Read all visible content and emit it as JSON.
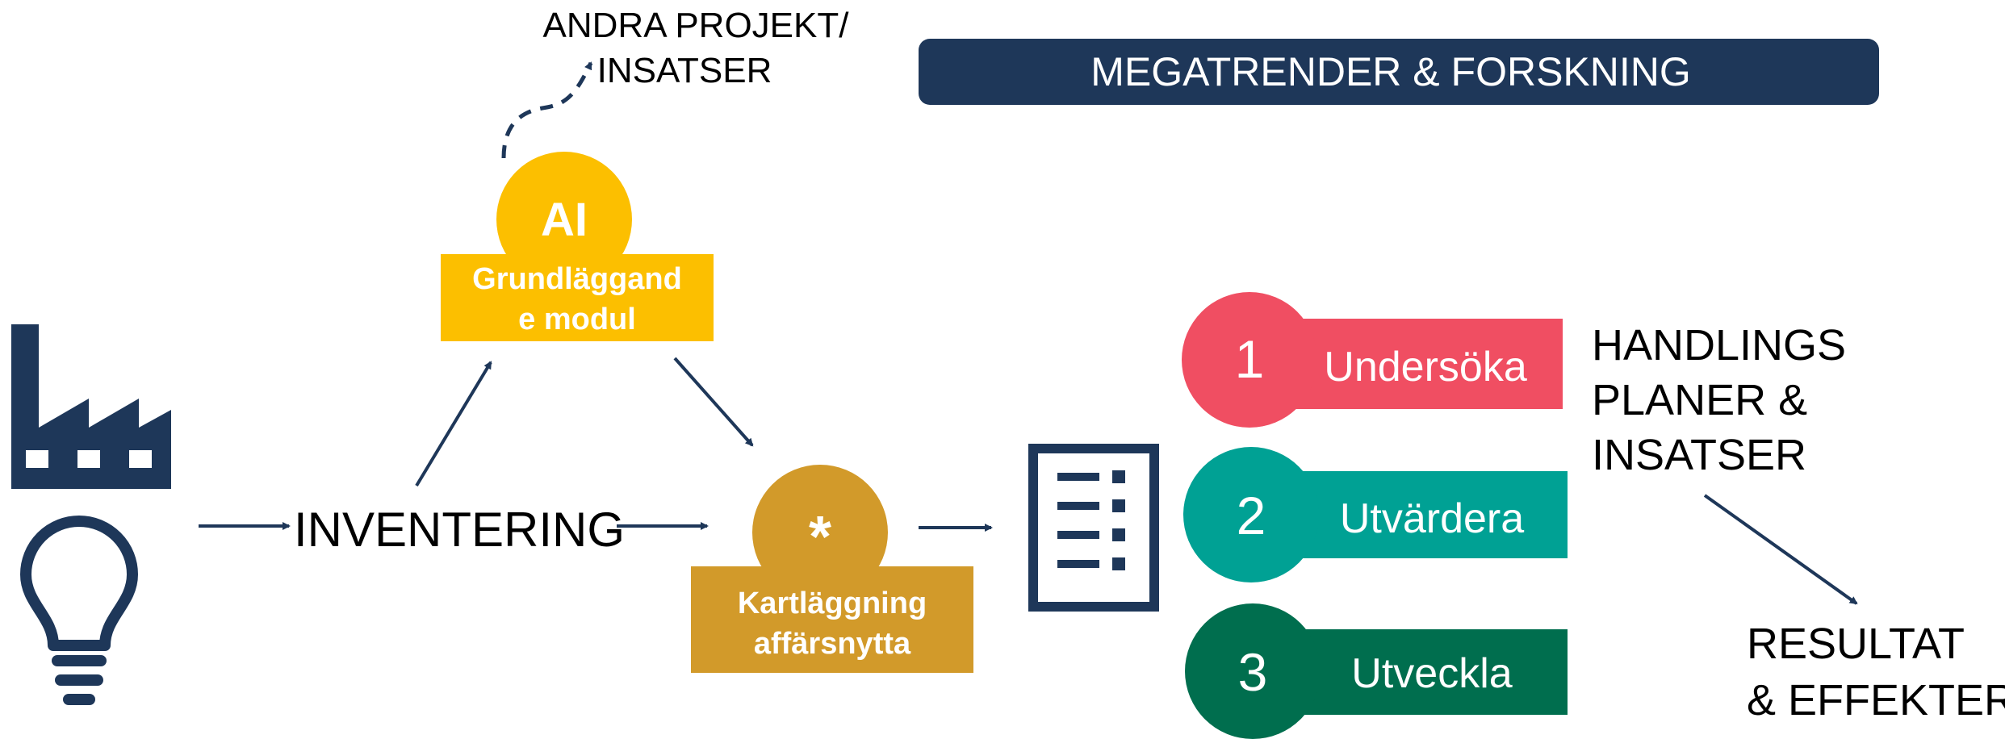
{
  "other_projects": {
    "line1": "ANDRA PROJEKT/",
    "line2": "INSATSER"
  },
  "banner": {
    "label": "MEGATRENDER & FORSKNING",
    "color": "#1e3759"
  },
  "ai_module": {
    "badge": "AI",
    "line1": "Grundläggand",
    "line2": "e modul",
    "color": "#fcbf00"
  },
  "mapping": {
    "badge": "*",
    "line1": "Kartläggning",
    "line2": "affärsnytta",
    "color": "#d29a2a"
  },
  "inventory": {
    "label": "INVENTERING"
  },
  "steps": [
    {
      "number": "1",
      "label": "Undersöka",
      "color": "#f04e62"
    },
    {
      "number": "2",
      "label": "Utvärdera",
      "color": "#00a194"
    },
    {
      "number": "3",
      "label": "Utveckla",
      "color": "#006e4e"
    }
  ],
  "action_plans": {
    "line1": "HANDLINGS",
    "line2": "PLANER &",
    "line3": "INSATSER"
  },
  "results": {
    "line1": "RESULTAT",
    "line2": "& EFFEKTER"
  },
  "icons": [
    "factory-icon",
    "lightbulb-icon",
    "checklist-icon"
  ],
  "colors": {
    "navy": "#1e3759",
    "text": "#000000"
  }
}
